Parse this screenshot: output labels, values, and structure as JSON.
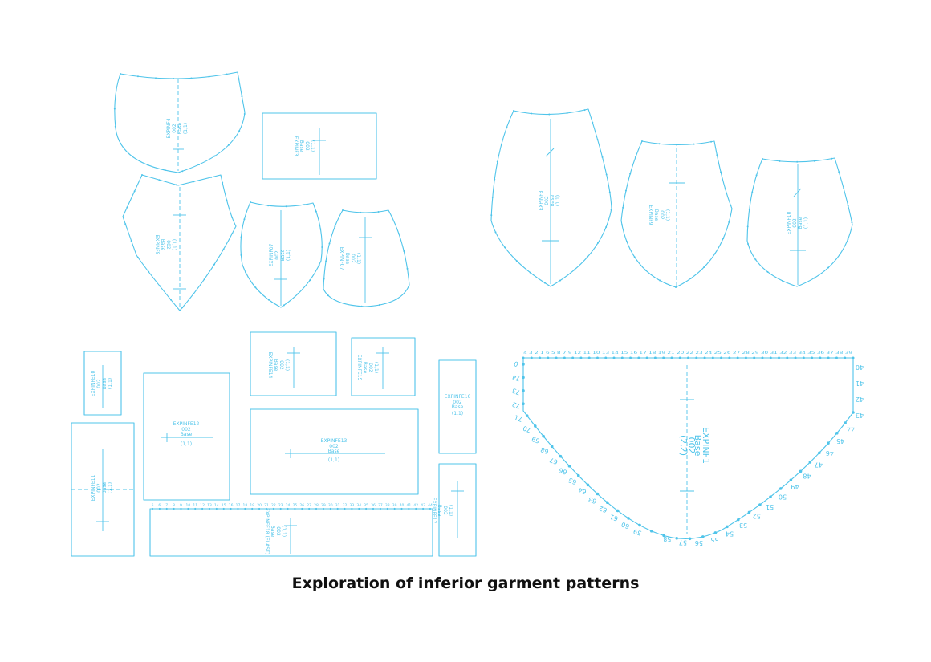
{
  "caption": "Exploration of inferior garment patterns",
  "colors": {
    "pattern_line": "#4fc4ea",
    "background": "#ffffff",
    "caption": "#111111"
  },
  "pieces": {
    "inf4": {
      "name": "EXPINF4",
      "sub": "002",
      "base": "Base",
      "qty": "(1,1)"
    },
    "inf3": {
      "name": "EXPINF3",
      "sub": "002",
      "base": "Base",
      "qty": "(1,1)"
    },
    "inf5": {
      "name": "EXPINF5",
      "sub": "002",
      "base": "Base",
      "qty": "(1,1)"
    },
    "inf7": {
      "name": "EXPINF07",
      "sub": "002",
      "base": "Base",
      "qty": "(1,1)"
    },
    "inf7b": {
      "name": "EXPINF07",
      "sub": "002",
      "base": "Base",
      "qty": "(1,1)"
    },
    "inf8": {
      "name": "EXPINF8",
      "sub": "002",
      "base": "Base",
      "qty": "(1,1)"
    },
    "inf9": {
      "name": "EXPINF9",
      "sub": "002",
      "base": "Base",
      "qty": "(1,1)"
    },
    "inf10": {
      "name": "EXPINF10",
      "sub": "002",
      "base": "Base",
      "qty": "(1,1)"
    },
    "inf1": {
      "name": "EXPINF1",
      "sub": "002",
      "base": "Base",
      "qty": "(2,2)"
    },
    "infe10": {
      "name": "EXPINFE10",
      "sub": "002",
      "base": "Base",
      "qty": "(1,1)"
    },
    "infe11": {
      "name": "EXPINFE11",
      "sub": "002",
      "base": "Base",
      "qty": "(1,1)"
    },
    "infe12": {
      "name": "EXPINFE12",
      "sub": "002",
      "base": "Base",
      "qty": "(1,1)"
    },
    "infe13": {
      "name": "EXPINFE13",
      "sub": "002",
      "base": "Base",
      "qty": "(1,1)"
    },
    "infe14": {
      "name": "EXPINFE14",
      "sub": "002",
      "base": "Base",
      "qty": "(1,1)"
    },
    "infe15": {
      "name": "EXPINFE15",
      "sub": "002",
      "base": "Base",
      "qty": "(1,1)"
    },
    "infe16": {
      "name": "EXPINFE16",
      "sub": "002",
      "base": "Base",
      "qty": "(1,1)"
    },
    "infe17": {
      "name": "EXPINFE17",
      "sub": "002",
      "base": "Base",
      "qty": "(1,1)"
    },
    "infe18": {
      "name": "EXPINFE18 (ELAST)",
      "sub": "002",
      "base": "Base",
      "qty": "(1,1)"
    }
  },
  "waistband_numbers": [
    "5",
    "6",
    "7",
    "8",
    "9",
    "10",
    "11",
    "12",
    "13",
    "14",
    "15",
    "16",
    "17",
    "18",
    "19",
    "20",
    "21",
    "22",
    "23",
    "24",
    "25",
    "26",
    "27",
    "28",
    "29",
    "30",
    "31",
    "32",
    "33",
    "34",
    "35",
    "36",
    "37",
    "38",
    "39",
    "40",
    "41",
    "42",
    "43",
    "44"
  ],
  "big_piece_top_numbers": "4 3 2 1 6 5 8 7 9 12 11 10 13 14 15 16 17 18 19 21 20 22 23 24 25 26 27 28 29 30 31 32 33 34 35 36 37 38 39",
  "big_piece_right_numbers": [
    "40",
    "41",
    "42",
    "43",
    "44",
    "45",
    "46",
    "47",
    "48",
    "49",
    "50",
    "51",
    "52",
    "53",
    "54",
    "55",
    "56",
    "57",
    "58"
  ],
  "big_piece_left_numbers": [
    "0",
    "74",
    "73",
    "72",
    "71",
    "70",
    "69",
    "68",
    "67",
    "66",
    "65",
    "64",
    "63",
    "62",
    "61",
    "60",
    "59"
  ]
}
